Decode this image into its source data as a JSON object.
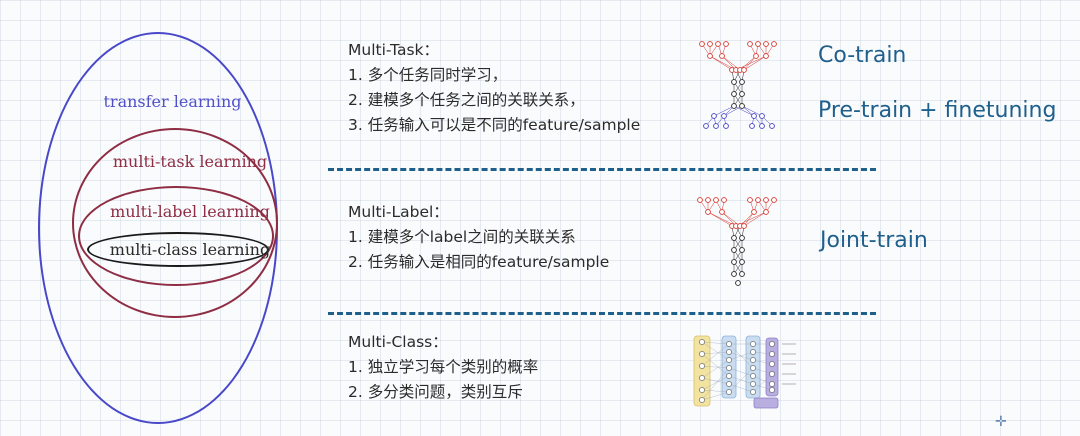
{
  "venn": {
    "transfer_label": "transfer learning",
    "multitask_label": "multi-task learning",
    "multilabel_label": "multi-label learning",
    "multiclass_label": "multi-class learning",
    "colors": {
      "outer": "#4848c8",
      "middle": "#8e2d43",
      "inner": "#1a1a1a"
    }
  },
  "sections": {
    "multitask": {
      "heading": "Multi-Task：",
      "lines": [
        "1. 多个任务同时学习，",
        "2. 建模多个任务之间的关联关系，",
        "3. 任务输入可以是不同的feature/sample"
      ],
      "methods": [
        "Co-train",
        "Pre-train + finetuning"
      ]
    },
    "multilabel": {
      "heading": "Multi-Label：",
      "lines": [
        "1. 建模多个label之间的关联关系",
        "2. 任务输入是相同的feature/sample"
      ],
      "methods": [
        "Joint-train"
      ]
    },
    "multiclass": {
      "heading": "Multi-Class：",
      "lines": [
        "1. 独立学习每个类别的概率",
        "2. 多分类问题，类别互斥"
      ]
    }
  },
  "accent_color": "#1f5f8c"
}
